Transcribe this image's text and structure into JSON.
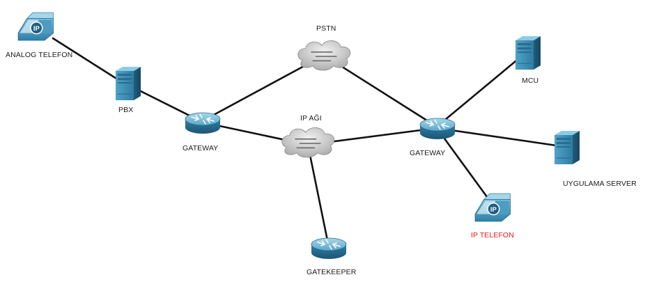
{
  "labels": {
    "analog_phone": "ANALOG TELEFON",
    "pbx": "PBX",
    "gateway_left": "GATEWAY",
    "pstn": "PSTN",
    "ip_network": "IP AĞI",
    "gateway_right": "GATEWAY",
    "mcu": "MCU",
    "app_server": "UYGULAMA SERVER",
    "ip_phone": "IP TELEFON",
    "gatekeeper": "GATEKEEPER"
  },
  "icons": {
    "analog_phone": "ip-phone-icon",
    "pbx": "server-icon",
    "gateway_left": "router-icon",
    "pstn": "cloud-icon",
    "ip_network": "cloud-icon",
    "gateway_right": "router-icon",
    "mcu": "server-icon",
    "app_server": "server-icon",
    "ip_phone": "ip-phone-icon",
    "gatekeeper": "router-icon"
  },
  "links": [
    [
      "analog_phone",
      "pbx"
    ],
    [
      "pbx",
      "gateway_left"
    ],
    [
      "gateway_left",
      "pstn"
    ],
    [
      "gateway_left",
      "ip_network"
    ],
    [
      "pstn",
      "gateway_right"
    ],
    [
      "ip_network",
      "gateway_right"
    ],
    [
      "ip_network",
      "gatekeeper"
    ],
    [
      "gateway_right",
      "mcu"
    ],
    [
      "gateway_right",
      "app_server"
    ],
    [
      "gateway_right",
      "ip_phone"
    ]
  ],
  "colors": {
    "device": "#3f8fb5",
    "link": "#111111",
    "highlight_label": "#e8161b"
  }
}
